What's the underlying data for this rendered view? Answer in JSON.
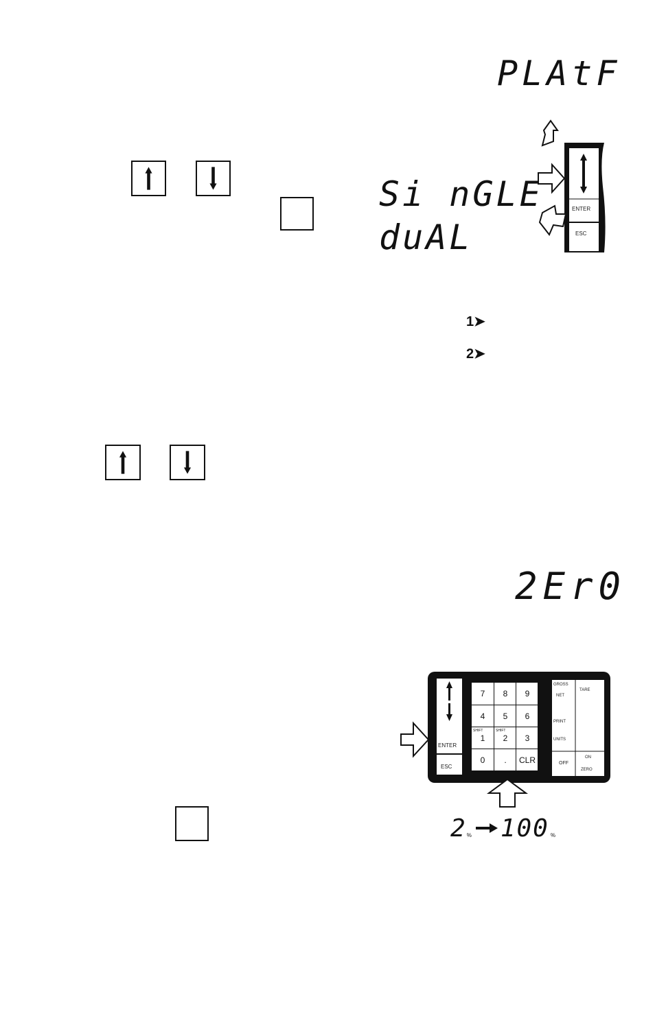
{
  "display_platf": "PLAtF",
  "display_single": "Si nGLE",
  "display_dual": "duAL",
  "display_zero": "2Er0",
  "option_1": "1➤",
  "option_2": "2➤",
  "side_panel": {
    "enter_label": "ENTER",
    "esc_label": "ESC"
  },
  "keypad": {
    "side_enter": "ENTER",
    "side_esc": "ESC",
    "digits": [
      {
        "label": "7",
        "sub": ""
      },
      {
        "label": "8",
        "sub": ""
      },
      {
        "label": "9",
        "sub": ""
      },
      {
        "label": "4",
        "sub": ""
      },
      {
        "label": "5",
        "sub": ""
      },
      {
        "label": "6",
        "sub": ""
      },
      {
        "label": "1",
        "sub": "SHIFT"
      },
      {
        "label": "2",
        "sub": "SHIFT"
      },
      {
        "label": "3",
        "sub": ""
      },
      {
        "label": "0",
        "sub": ""
      },
      {
        "label": ".",
        "sub": ""
      },
      {
        "label": "CLR",
        "sub": ""
      }
    ],
    "func_gross": "GROSS",
    "func_net": "NET",
    "func_tare": "TARE",
    "func_print": "PRINT",
    "func_units": "UNITS",
    "func_off": "OFF",
    "func_on": "ON",
    "func_zero": "ZERO"
  },
  "range_from": "2",
  "range_to": "100",
  "range_unit": "%"
}
